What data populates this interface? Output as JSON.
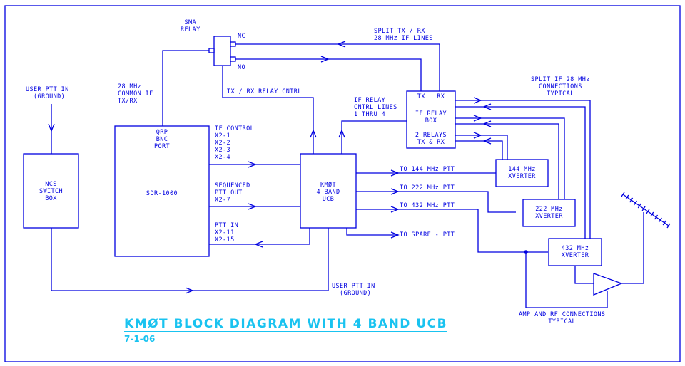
{
  "title": {
    "text": "KMØT BLOCK DIAGRAM WITH 4 BAND UCB",
    "date": "7-1-06",
    "color": "#19c3f0"
  },
  "line_color": "#0000e0",
  "blocks": {
    "ncs_switch_box": "NCS\nSWITCH\nBOX",
    "sdr_port": "QRP\nBNC\nPORT",
    "sdr_name": "SDR-1000",
    "ucb": "KMØT\n4 BAND\nUCB",
    "if_relay_box_header": "TX   RX",
    "if_relay_box_mid": "IF RELAY\nBOX",
    "if_relay_box_bottom": "2 RELAYS\nTX & RX",
    "xverter_144": "144 MHz\nXVERTER",
    "xverter_222": "222 MHz\nXVERTER",
    "xverter_432": "432 MHz\nXVERTER"
  },
  "labels": {
    "sma_relay": "SMA\nRELAY",
    "nc": "NC",
    "no": "NO",
    "user_ptt_in_top": "USER PTT IN\n (GROUND)",
    "common_if": "28 MHz\nCOMMON IF\nTX/RX",
    "tx_rx_relay_cntrl": "TX / RX RELAY CNTRL",
    "split_tx_rx": "SPLIT TX / RX\n28 MHz IF LINES",
    "if_relay_cntrl_lines": "IF RELAY\nCNTRL LINES\n1 THRU 4",
    "split_if_connections": "SPLIT IF 28 MHz\nCONNECTIONS\nTYPICAL",
    "if_control": "IF CONTROL\nX2-1\nX2-2\nX2-3\nX2-4",
    "sequenced_ptt_out": "SEQUENCED\nPTT OUT\nX2-7",
    "ptt_in": "PTT IN\nX2-11\nX2-15",
    "to_144_ptt": "TO 144 MHz PTT",
    "to_222_ptt": "TO 222 MHz PTT",
    "to_432_ptt": "TO 432 MHz PTT",
    "to_spare_ptt": "TO SPARE - PTT",
    "user_ptt_in_bottom": "USER PTT IN\n (GROUND)",
    "amp_rf_connections": "AMP AND RF CONNECTIONS\nTYPICAL"
  }
}
